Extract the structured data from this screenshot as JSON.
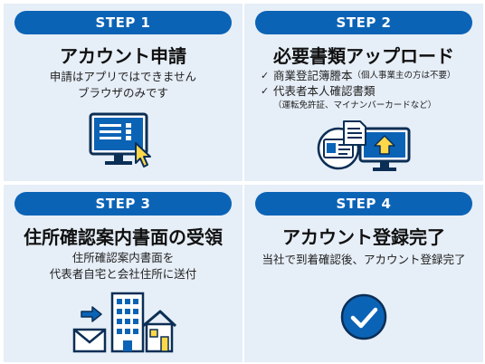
{
  "step1": {
    "label": "STEP 1",
    "title": "アカウント申請",
    "desc": [
      "申請はアプリではできません",
      "ブラウザのみです"
    ]
  },
  "step2": {
    "label": "STEP 2",
    "title": "必要書類アップロード",
    "items": [
      {
        "check": "✓",
        "main": "商業登記簿謄本",
        "sub": "（個人事業主の方は不要）"
      },
      {
        "check": "✓",
        "main": "代表者本人確認書類",
        "sub": ""
      }
    ],
    "note": "（運転免許証、マイナンバーカードなど）"
  },
  "step3": {
    "label": "STEP 3",
    "title": "住所確認案内書面の受領",
    "desc": [
      "住所確認案内書面を",
      "代表者自宅と会社住所に送付"
    ]
  },
  "step4": {
    "label": "STEP 4",
    "title": "アカウント登録完了",
    "desc": [
      "当社で到着確認後、アカウント登録完了"
    ]
  },
  "colors": {
    "primary": "#0b63b6",
    "panel_bg": "#e6eef7",
    "accent_yellow": "#ffd84a"
  },
  "icons": [
    "monitor-with-form-icon",
    "id-card-icon",
    "document-icon",
    "upload-monitor-icon",
    "envelope-icon",
    "building-icon",
    "house-icon",
    "checkmark-circle-icon"
  ]
}
